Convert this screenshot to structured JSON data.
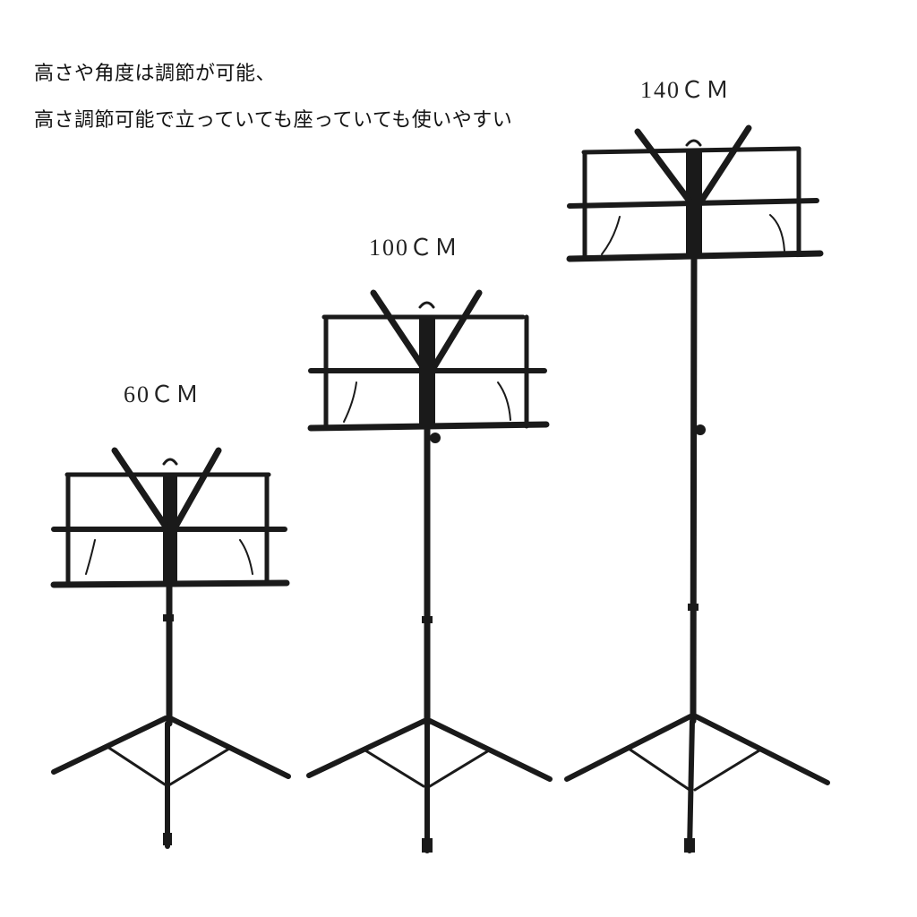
{
  "captions": {
    "line1": "高さや角度は調節が可能、",
    "line2": "高さ調節可能で立っていても座っていても使いやすい"
  },
  "stands": [
    {
      "id": "stand-60",
      "height_label": "60ＣＭ"
    },
    {
      "id": "stand-100",
      "height_label": "100ＣＭ"
    },
    {
      "id": "stand-140",
      "height_label": "140ＣＭ"
    }
  ],
  "colors": {
    "background": "#ffffff",
    "stand": "#1a1a1a",
    "text": "#111111"
  }
}
